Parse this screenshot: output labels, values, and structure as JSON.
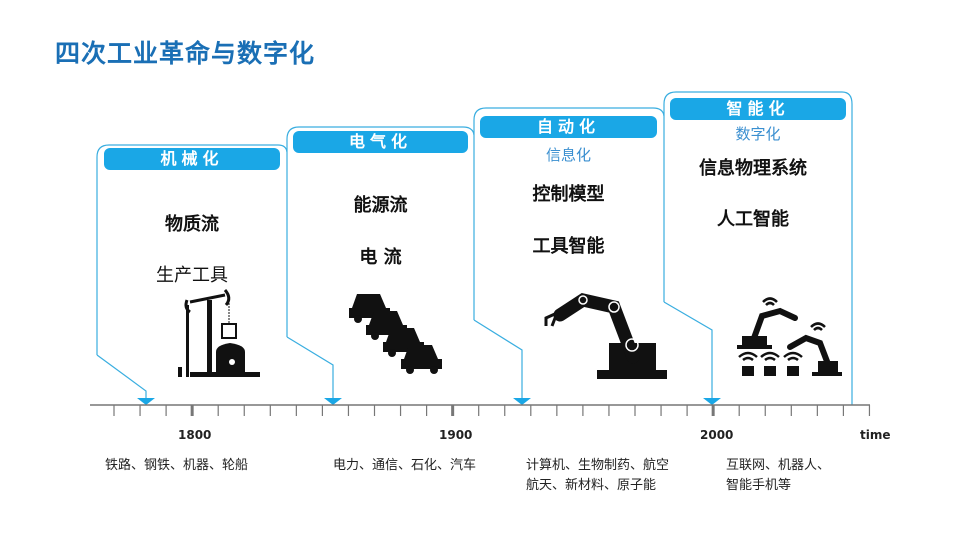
{
  "title": "四次工业革命与数字化",
  "colors": {
    "accent": "#1aa7e6",
    "title": "#1a6fb5",
    "sub": "#3a8fd0"
  },
  "stages": [
    {
      "header": "机械化",
      "subtitle": "",
      "lines": [
        "物质流",
        "生产工具"
      ],
      "icon": "oil-pump-icon",
      "examples": [
        "铁路、钢铁、机器、轮船"
      ]
    },
    {
      "header": "电气化",
      "subtitle": "",
      "lines": [
        "能源流",
        "电 流"
      ],
      "icon": "cars-icon",
      "examples": [
        "电力、通信、石化、汽车"
      ]
    },
    {
      "header": "自动化",
      "subtitle": "信息化",
      "lines": [
        "控制模型",
        "工具智能"
      ],
      "icon": "robot-arm-icon",
      "examples": [
        "计算机、生物制药、航空",
        "航天、新材料、原子能"
      ]
    },
    {
      "header": "智能化",
      "subtitle": "数字化",
      "lines": [
        "信息物理系统",
        "人工智能"
      ],
      "icon": "smart-robots-icon",
      "examples": [
        "互联网、机器人、",
        "智能手机等"
      ]
    }
  ],
  "axis": {
    "labels": [
      "1800",
      "1900",
      "2000"
    ],
    "unit": "time"
  }
}
